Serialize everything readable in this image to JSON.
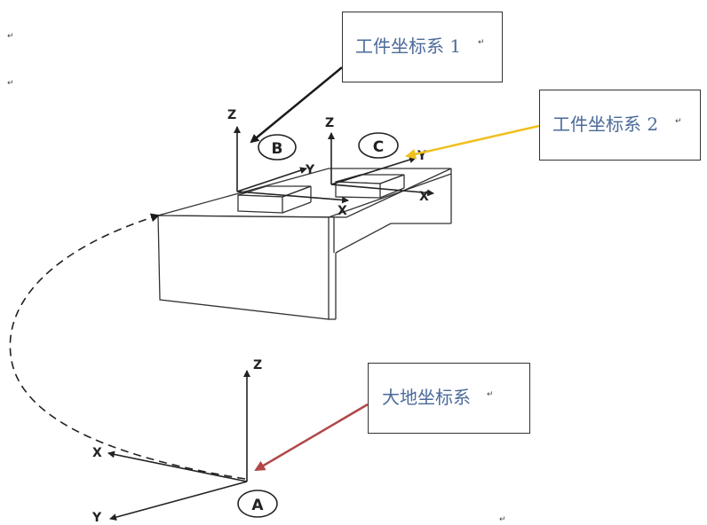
{
  "callouts": {
    "workpiece_frame_1": "工件坐标系 1",
    "workpiece_frame_2": "工件坐标系 2",
    "world_frame": "大地坐标系"
  },
  "paragraph_mark": "↵",
  "frames": {
    "A": {
      "label": "A",
      "x": "X",
      "y": "Y",
      "z": "Z"
    },
    "B": {
      "label": "B",
      "x": "X",
      "y": "Y",
      "z": "Z"
    },
    "C": {
      "label": "C",
      "x": "X",
      "y": "Y",
      "z": "Z"
    }
  },
  "colors": {
    "text_blue": "#4a6a9a",
    "arrow_black": "#1a1a1a",
    "arrow_yellow": "#f0c020",
    "arrow_red": "#b04848",
    "line": "#222222"
  }
}
